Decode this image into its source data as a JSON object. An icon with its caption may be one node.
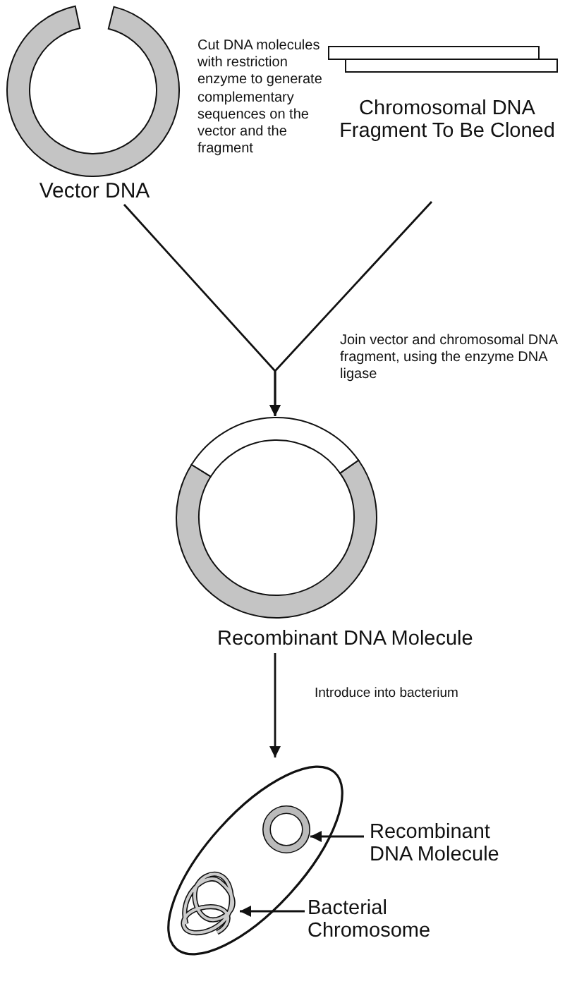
{
  "diagram": {
    "nodes": [
      {
        "text": [
          "Vector DNA"
        ]
      },
      {
        "text": [
          "Chromosomal DNA Fragment To Be Cloned"
        ]
      },
      {
        "text": [
          "Recombinant DNA Molecule"
        ]
      },
      {
        "text": [],
        "shape": "picture"
      },
      {
        "text": [],
        "shape": "circle",
        "in": 3
      },
      {
        "text": [],
        "shape": "picture",
        "in": 3
      },
      {
        "text": [
          "Recombinant DNA Molecule"
        ]
      },
      {
        "text": [
          "Bacterial Chromosome"
        ]
      }
    ],
    "edges": [
      {
        "from": 0,
        "to": 2,
        "arrow": "to"
      },
      {
        "from": 1,
        "to": 2,
        "arrow": "to",
        "label": "Join vector and chromosomal DNA fragment, using the enzyme DNA ligase"
      },
      {
        "from": 2,
        "to": 3,
        "arrow": "to",
        "label": "Introduce into bacterium"
      },
      {
        "from": 6,
        "to": 4,
        "arrow": "to"
      },
      {
        "from": 7,
        "to": 5,
        "arrow": "to"
      }
    ],
    "labels": [
      "Cut DNA molecules with restriction enzyme to generate complementary sequences on the vector and the fragment"
    ]
  }
}
